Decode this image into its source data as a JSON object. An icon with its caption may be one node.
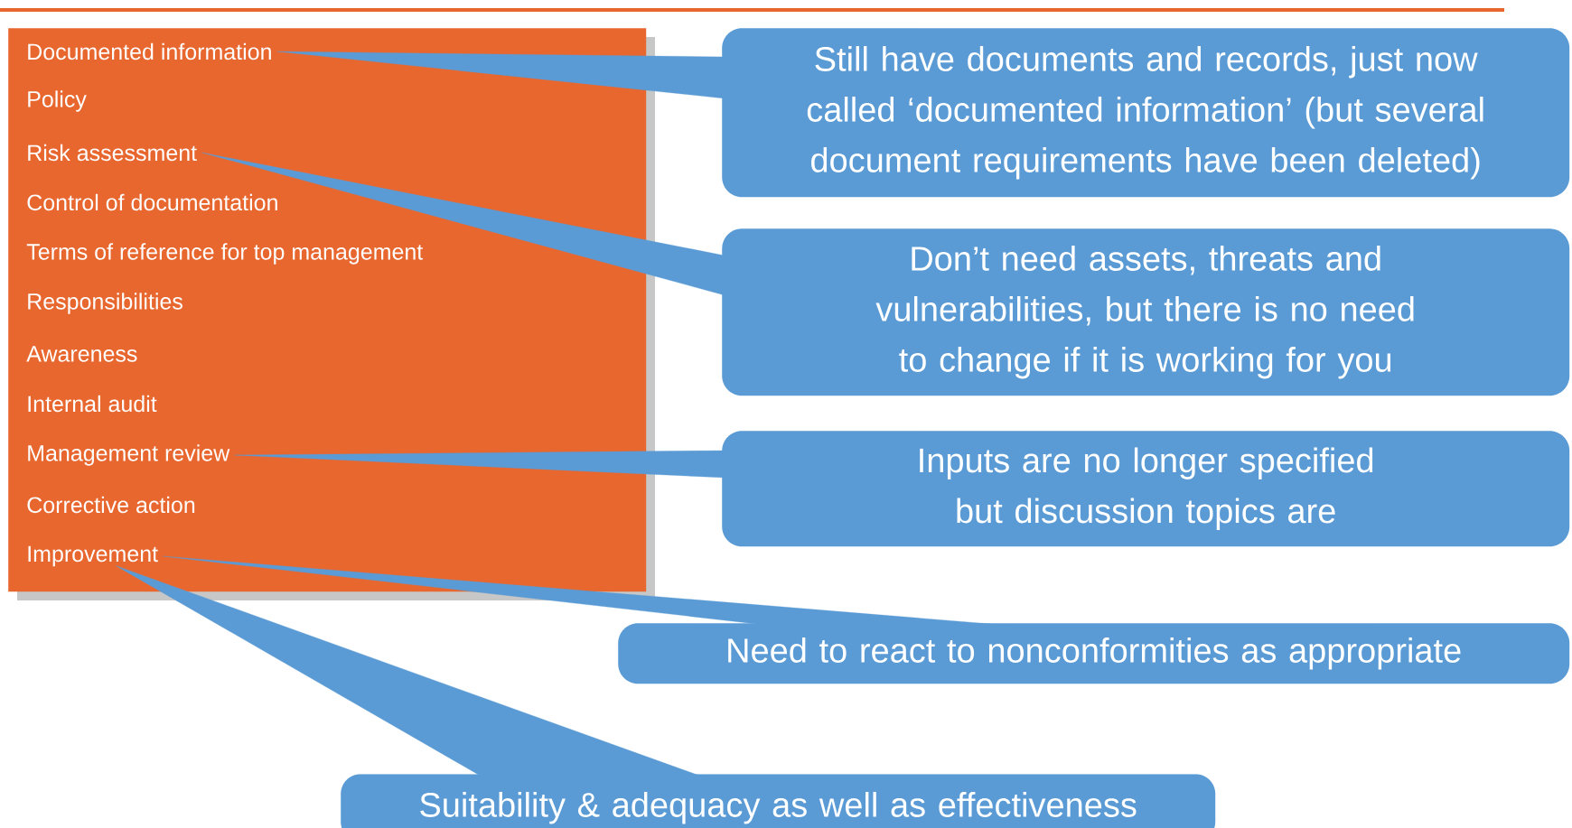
{
  "diagram": {
    "nodes": [
      {
        "text": [],
        "shape": "box"
      },
      {
        "text": [
          "Documented information"
        ],
        "in": 0
      },
      {
        "text": [
          "Policy"
        ],
        "in": 0
      },
      {
        "text": [
          "Risk assessment"
        ],
        "in": 0
      },
      {
        "text": [
          "Control of documentation"
        ],
        "in": 0
      },
      {
        "text": [
          "Terms of reference for top management"
        ],
        "in": 0
      },
      {
        "text": [
          "Responsibilities"
        ],
        "in": 0
      },
      {
        "text": [
          "Awareness"
        ],
        "in": 0
      },
      {
        "text": [
          "Internal audit"
        ],
        "in": 0
      },
      {
        "text": [
          "Management review"
        ],
        "in": 0
      },
      {
        "text": [
          "Corrective action"
        ],
        "in": 0
      },
      {
        "text": [
          "Improvement"
        ],
        "in": 0
      },
      {
        "text": [
          "Still have documents and records, just now called ‘documented information’ (but several document requirements have been deleted)"
        ]
      },
      {
        "text": [
          "Don’t need assets, threats and vulnerabilities, but there is no need to change if it is working for you"
        ]
      },
      {
        "text": [
          "Inputs are no longer specified but discussion topics are"
        ]
      },
      {
        "text": [
          "Need to react to nonconformities as appropriate"
        ]
      },
      {
        "text": [
          "Suitability & adequacy as well as effectiveness"
        ]
      }
    ],
    "edges": [
      {
        "from": 1,
        "to": 12,
        "arrow": "none"
      },
      {
        "from": 3,
        "to": 13,
        "arrow": "none"
      },
      {
        "from": 9,
        "to": 14,
        "arrow": "none"
      },
      {
        "from": 11,
        "to": 15,
        "arrow": "none"
      },
      {
        "from": 11,
        "to": 16,
        "arrow": "none"
      }
    ]
  }
}
